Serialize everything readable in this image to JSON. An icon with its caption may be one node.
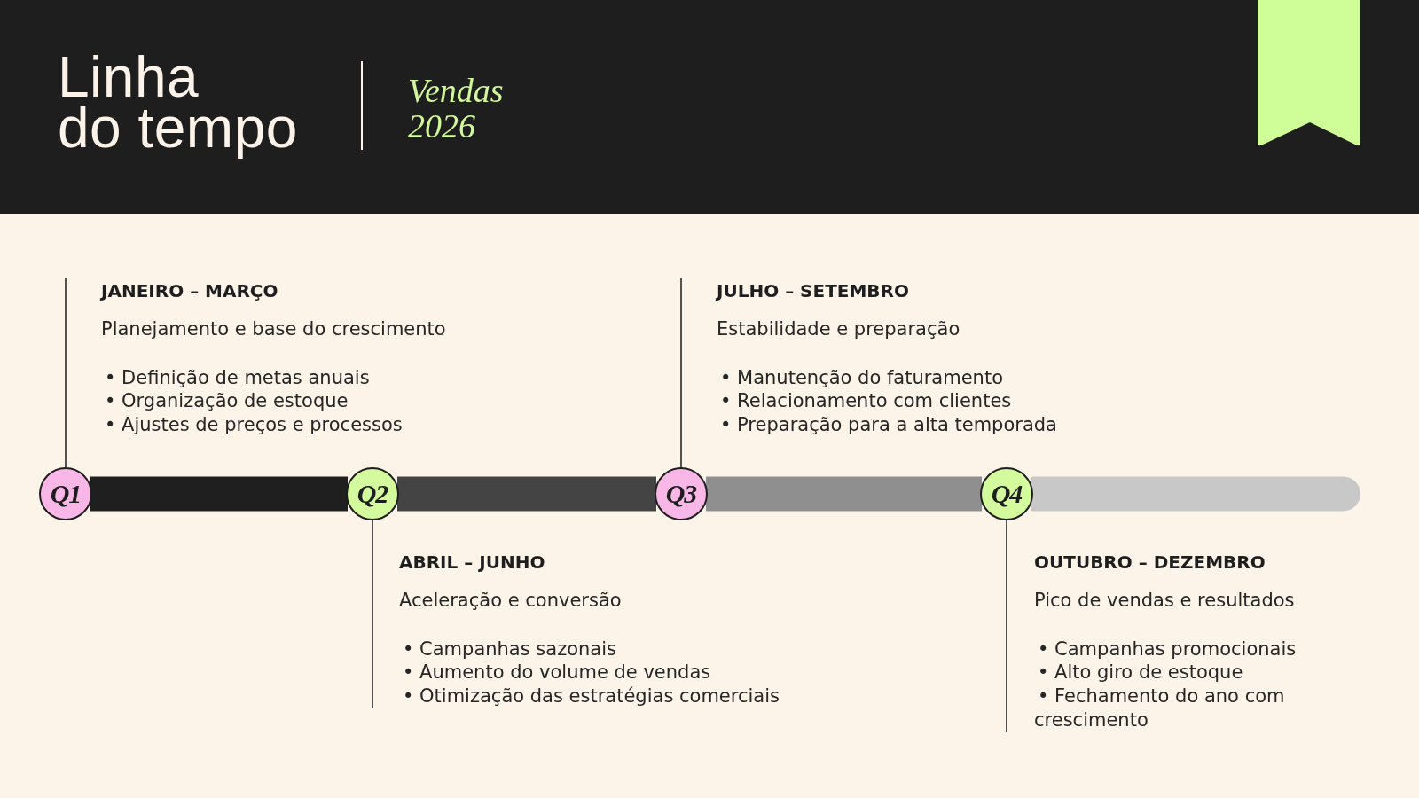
{
  "diagram": {
    "title": "Linha do tempo",
    "nodes": [
      {
        "text": [
          "Q1"
        ]
      },
      {
        "text": [
          "Q2"
        ]
      },
      {
        "text": [
          "Q3"
        ]
      },
      {
        "text": [
          "Q4"
        ]
      },
      {
        "text": [
          "JANEIRO – MARÇO",
          "Planejamento e base do crescimento",
          "• Definição de metas anuais",
          "• Organização de estoque",
          "• Ajustes de preços e processos"
        ]
      },
      {
        "text": [
          "ABRIL – JUNHO",
          "Aceleração e conversão",
          "• Campanhas sazonais",
          "• Aumento do volume de vendas",
          "• Otimização das estratégias comerciais"
        ]
      },
      {
        "text": [
          "JULHO – SETEMBRO",
          "Estabilidade e preparação",
          "• Manutenção do faturamento",
          "• Relacionamento com clientes",
          "• Preparação para a alta temporada"
        ]
      },
      {
        "text": [
          "OUTUBRO – DEZEMBRO",
          "Pico de vendas e resultados",
          "• Campanhas promocionais",
          "• Alto giro de estoque",
          "• Fechamento do ano com crescimento"
        ]
      }
    ],
    "edges": [
      {
        "from": 0,
        "to": 1,
        "arrow": "none",
        "style": "thick",
        "color": "#1f1f1f"
      },
      {
        "from": 1,
        "to": 2,
        "arrow": "none",
        "style": "thick",
        "color": "#444444"
      },
      {
        "from": 2,
        "to": 3,
        "arrow": "none",
        "style": "thick",
        "color": "#8f8f8f"
      },
      {
        "from": 3,
        "to": null,
        "arrow": "none",
        "style": "thick",
        "color": "#c8c8c8"
      },
      {
        "from": 0,
        "to": 4,
        "arrow": "none"
      },
      {
        "from": 1,
        "to": 5,
        "arrow": "none"
      },
      {
        "from": 2,
        "to": 6,
        "arrow": "none"
      },
      {
        "from": 3,
        "to": 7,
        "arrow": "none"
      }
    ],
    "labels": [
      "Vendas 2026"
    ]
  }
}
